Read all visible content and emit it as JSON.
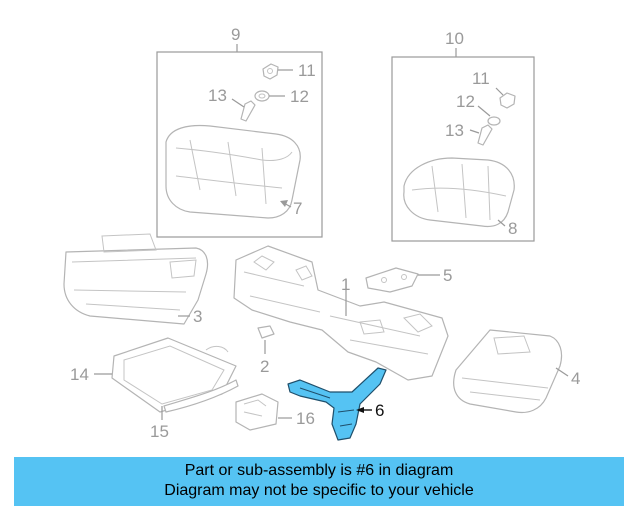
{
  "diagram": {
    "callouts": [
      "9",
      "10",
      "11",
      "12",
      "13",
      "11",
      "12",
      "13",
      "7",
      "8",
      "1",
      "5",
      "3",
      "4",
      "2",
      "14",
      "15",
      "16",
      "6"
    ],
    "highlight_part": "6",
    "highlight_color": "#55c3f3",
    "line_color": "#9a9a9a"
  },
  "banner": {
    "line1": "Part or sub-assembly is #6 in diagram",
    "line2": "Diagram may not be specific to your vehicle",
    "background": "#55c3f3"
  }
}
